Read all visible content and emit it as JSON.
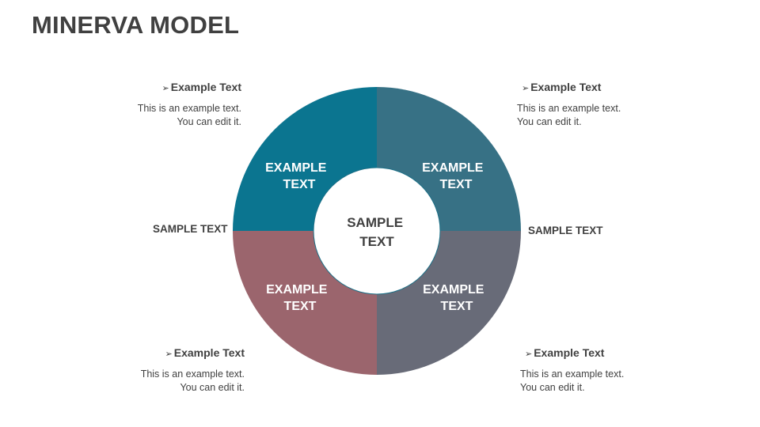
{
  "title": "MINERVA MODEL",
  "colors": {
    "top_left": "#0b7590",
    "top_right": "#377185",
    "bottom_left": "#9b656d",
    "bottom_right": "#686b78",
    "text": "#404040"
  },
  "center": {
    "line1": "SAMPLE",
    "line2": "TEXT"
  },
  "segments": {
    "top_left": {
      "line1": "EXAMPLE",
      "line2": "TEXT"
    },
    "top_right": {
      "line1": "EXAMPLE",
      "line2": "TEXT"
    },
    "bottom_left": {
      "line1": "EXAMPLE",
      "line2": "TEXT"
    },
    "bottom_right": {
      "line1": "EXAMPLE",
      "line2": "TEXT"
    }
  },
  "side_labels": {
    "left": "SAMPLE TEXT",
    "right": "SAMPLE TEXT"
  },
  "callouts": {
    "top_left": {
      "arrow": "➢",
      "heading": "Example Text",
      "line1": "This is an example text.",
      "line2": "You can edit it."
    },
    "top_right": {
      "arrow": "➢",
      "heading": "Example Text",
      "line1": "This is an example text.",
      "line2": "You can edit it."
    },
    "bottom_left": {
      "arrow": "➢",
      "heading": "Example Text",
      "line1": "This is an example text.",
      "line2": "You can edit it."
    },
    "bottom_right": {
      "arrow": "➢",
      "heading": "Example Text",
      "line1": "This is an example text.",
      "line2": "You can edit it."
    }
  }
}
